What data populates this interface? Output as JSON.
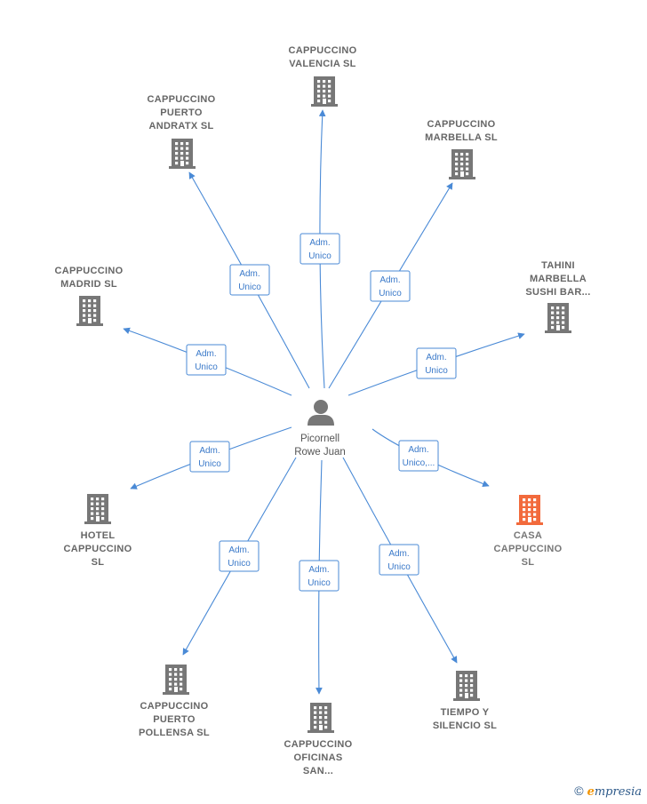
{
  "center": {
    "name_lines": [
      "Picornell",
      "Rowe Juan"
    ]
  },
  "colors": {
    "edge": "#4a8ad6",
    "building": "#777777",
    "highlight": "#f26a3c",
    "person": "#777777"
  },
  "nodes": [
    {
      "id": "valencia",
      "lines": [
        "CAPPUCCINO",
        "VALENCIA SL"
      ],
      "highlight": false,
      "edge": [
        "Adm.",
        "Unico"
      ]
    },
    {
      "id": "andratx",
      "lines": [
        "CAPPUCCINO",
        "PUERTO",
        "ANDRATX  SL"
      ],
      "highlight": false,
      "edge": [
        "Adm.",
        "Unico"
      ]
    },
    {
      "id": "marbella",
      "lines": [
        "CAPPUCCINO",
        "MARBELLA SL"
      ],
      "highlight": false,
      "edge": [
        "Adm.",
        "Unico"
      ]
    },
    {
      "id": "tahini",
      "lines": [
        "TAHINI",
        "MARBELLA",
        "SUSHI BAR..."
      ],
      "highlight": false,
      "edge": [
        "Adm.",
        "Unico"
      ]
    },
    {
      "id": "madrid",
      "lines": [
        "CAPPUCCINO",
        "MADRID SL"
      ],
      "highlight": false,
      "edge": [
        "Adm.",
        "Unico"
      ]
    },
    {
      "id": "hotel",
      "lines": [
        "HOTEL",
        "CAPPUCCINO",
        "SL"
      ],
      "highlight": false,
      "edge": [
        "Adm.",
        "Unico"
      ]
    },
    {
      "id": "casa",
      "lines": [
        "CASA",
        "CAPPUCCINO",
        "SL"
      ],
      "highlight": true,
      "edge": [
        "Adm.",
        "Unico,..."
      ]
    },
    {
      "id": "pollensa",
      "lines": [
        "CAPPUCCINO",
        "PUERTO",
        "POLLENSA SL"
      ],
      "highlight": false,
      "edge": [
        "Adm.",
        "Unico"
      ]
    },
    {
      "id": "oficinas",
      "lines": [
        "CAPPUCCINO",
        "OFICINAS",
        "SAN..."
      ],
      "highlight": false,
      "edge": [
        "Adm.",
        "Unico"
      ]
    },
    {
      "id": "tiempo",
      "lines": [
        "TIEMPO Y",
        "SILENCIO  SL"
      ],
      "highlight": false,
      "edge": [
        "Adm.",
        "Unico"
      ]
    }
  ],
  "footer": {
    "copyright": "©",
    "brand_first": "e",
    "brand_rest": "mpresia"
  }
}
